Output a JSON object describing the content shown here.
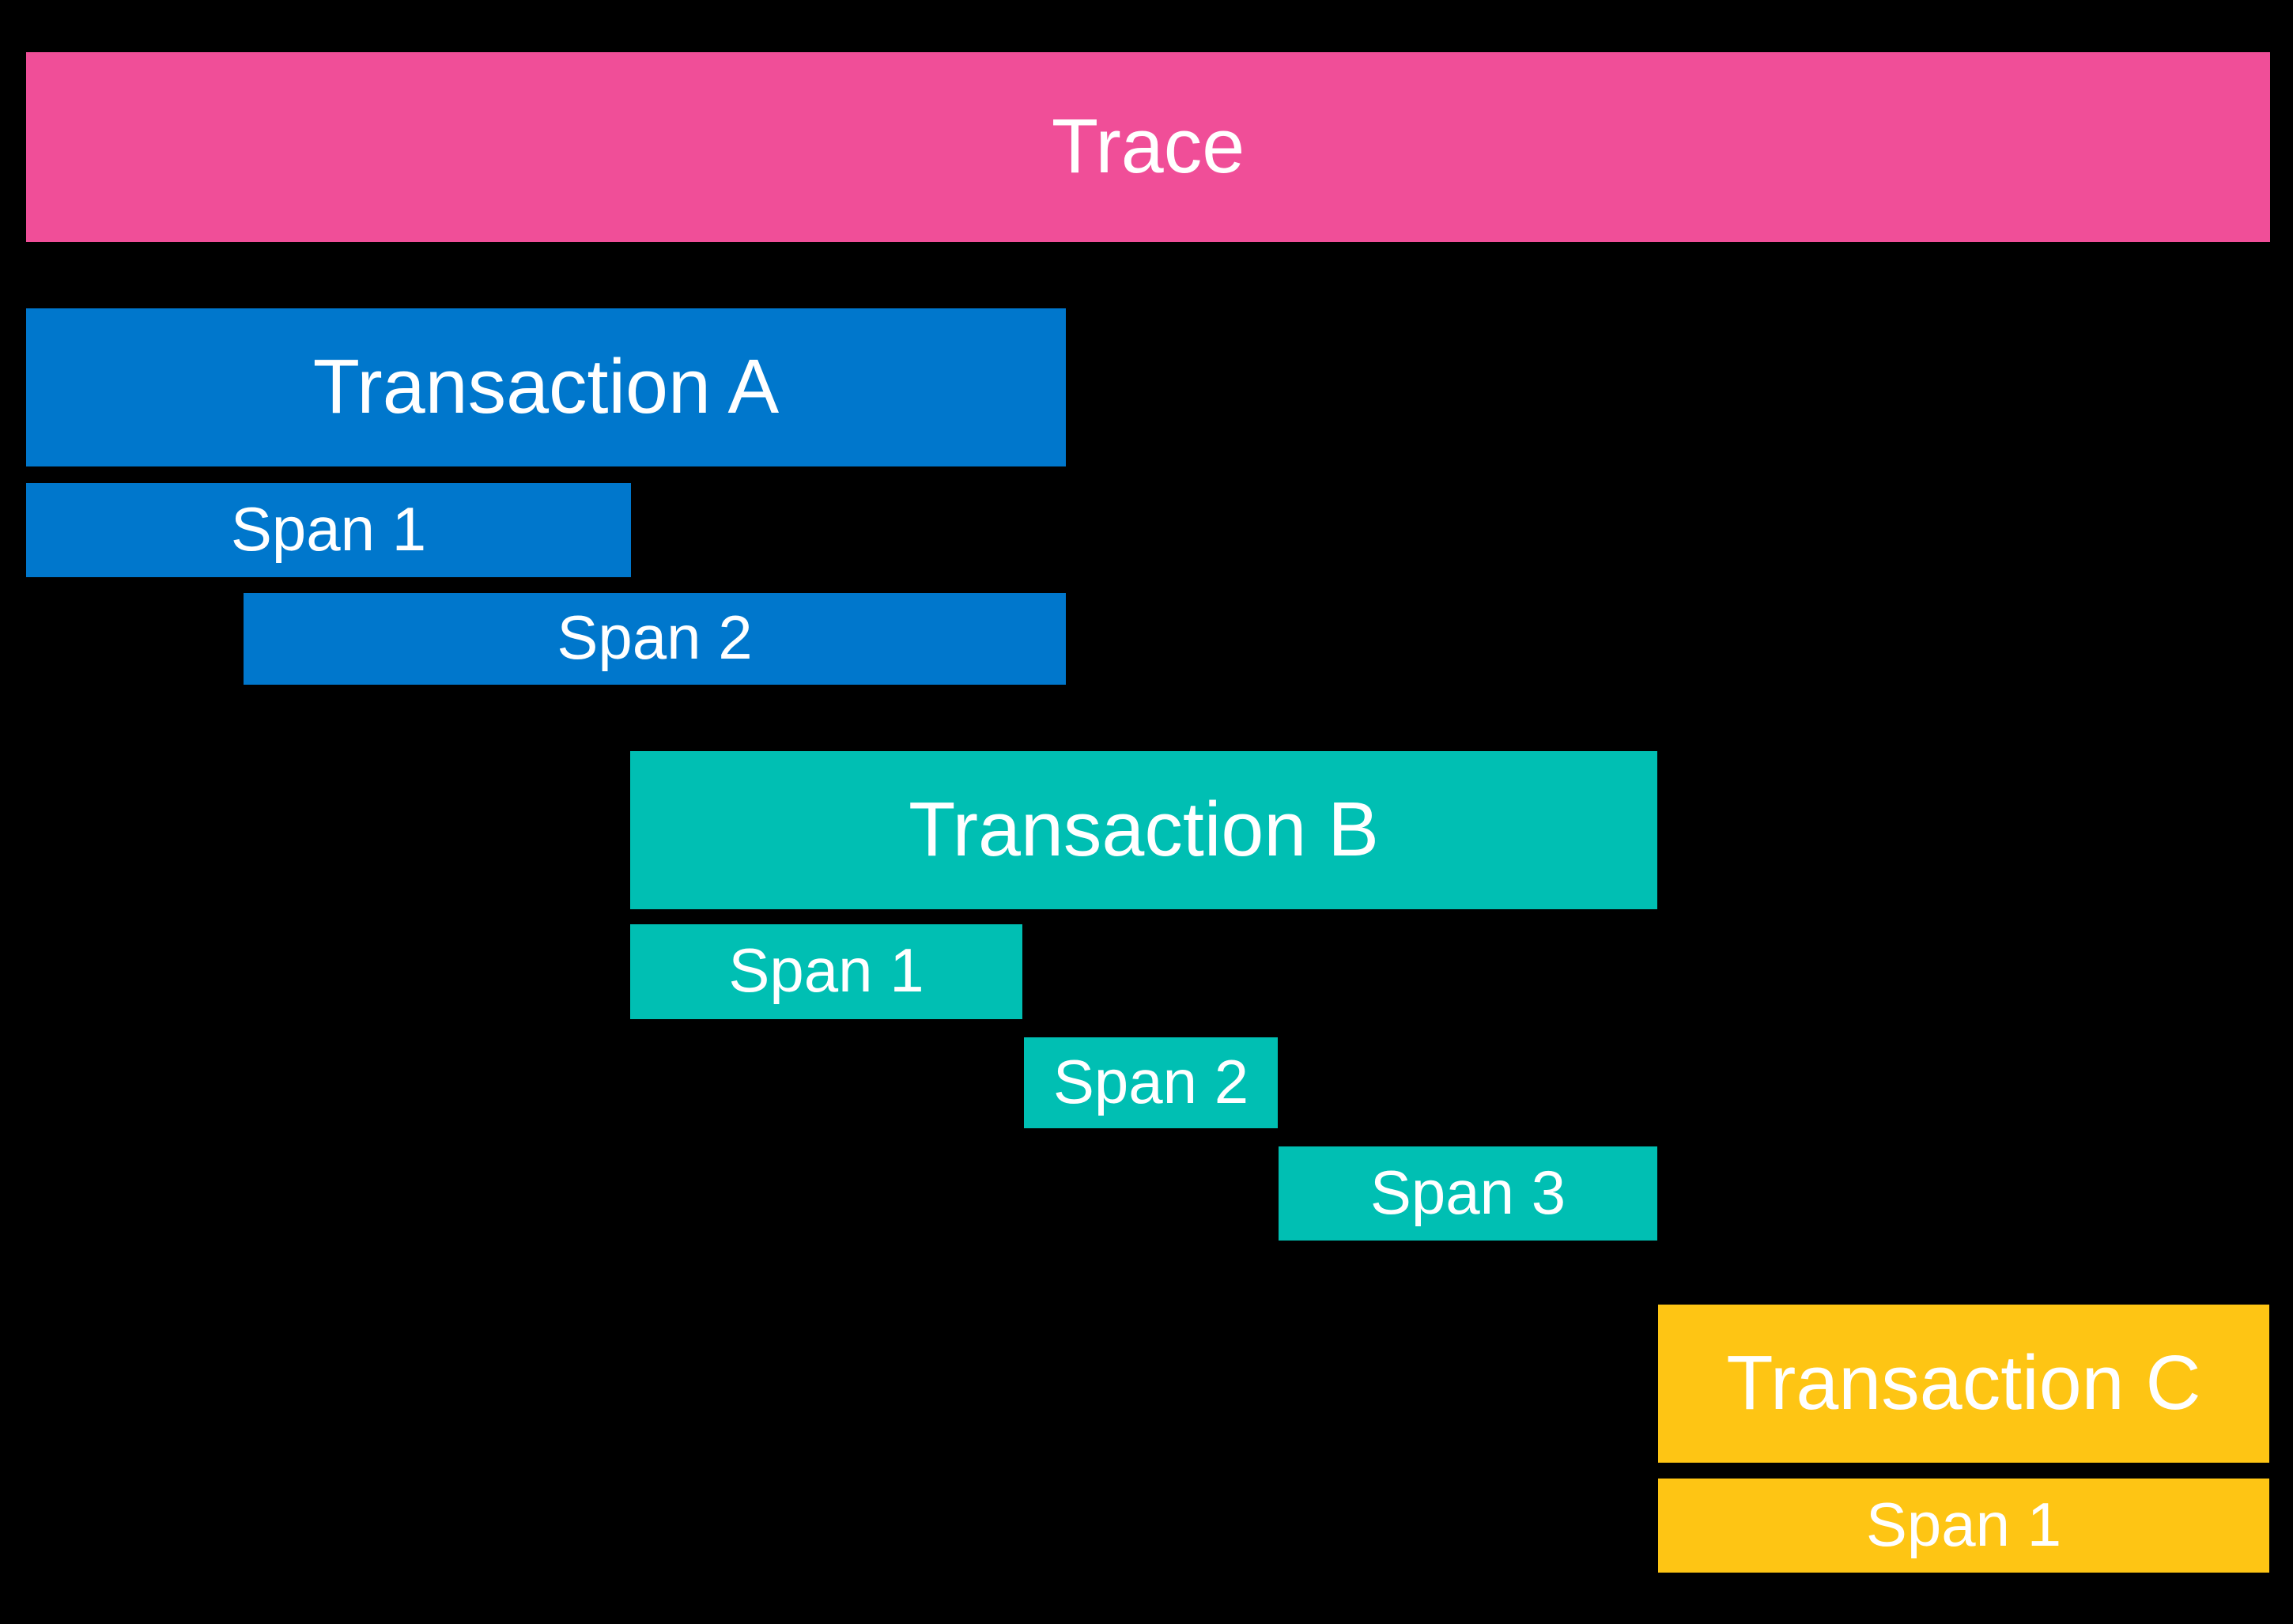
{
  "colors": {
    "background": "#000000",
    "text": "#FFFFFF",
    "trace": "#F04E98",
    "transaction_a": "#0077CC",
    "transaction_b": "#00BFB3",
    "transaction_c": "#FEC514"
  },
  "trace": {
    "label": "Trace"
  },
  "transaction_a": {
    "label": "Transaction A",
    "spans": [
      {
        "label": "Span 1"
      },
      {
        "label": "Span 2"
      }
    ]
  },
  "transaction_b": {
    "label": "Transaction B",
    "spans": [
      {
        "label": "Span 1"
      },
      {
        "label": "Span 2"
      },
      {
        "label": "Span 3"
      }
    ]
  },
  "transaction_c": {
    "label": "Transaction C",
    "spans": [
      {
        "label": "Span 1"
      }
    ]
  }
}
